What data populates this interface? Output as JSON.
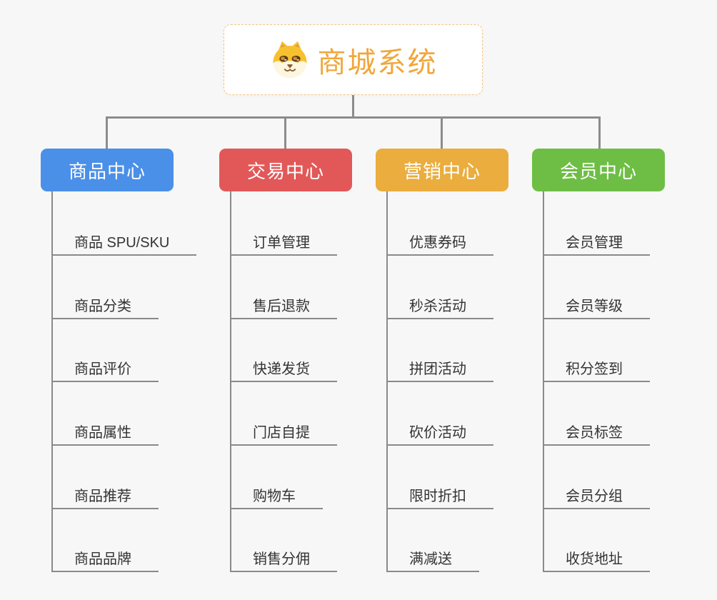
{
  "root": {
    "title": "商城系统",
    "title_color": "#f0a73c",
    "icon": "dog-face-icon"
  },
  "colors": {
    "canvas_background": "#f7f7f7",
    "connector_line": "#8c8c8c",
    "leaf_line": "#8a8a8a",
    "leaf_text": "#333333",
    "root_border": "#f2c588"
  },
  "branches": [
    {
      "label": "商品中心",
      "color": "#4a90e8",
      "items": [
        "商品 SPU/SKU",
        "商品分类",
        "商品评价",
        "商品属性",
        "商品推荐",
        "商品品牌"
      ]
    },
    {
      "label": "交易中心",
      "color": "#e25858",
      "items": [
        "订单管理",
        "售后退款",
        "快递发货",
        "门店自提",
        "购物车",
        "销售分佣"
      ]
    },
    {
      "label": "营销中心",
      "color": "#eaad3e",
      "items": [
        "优惠券码",
        "秒杀活动",
        "拼团活动",
        "砍价活动",
        "限时折扣",
        "满减送"
      ]
    },
    {
      "label": "会员中心",
      "color": "#6ebe45",
      "items": [
        "会员管理",
        "会员等级",
        "积分签到",
        "会员标签",
        "会员分组",
        "收货地址"
      ]
    }
  ]
}
